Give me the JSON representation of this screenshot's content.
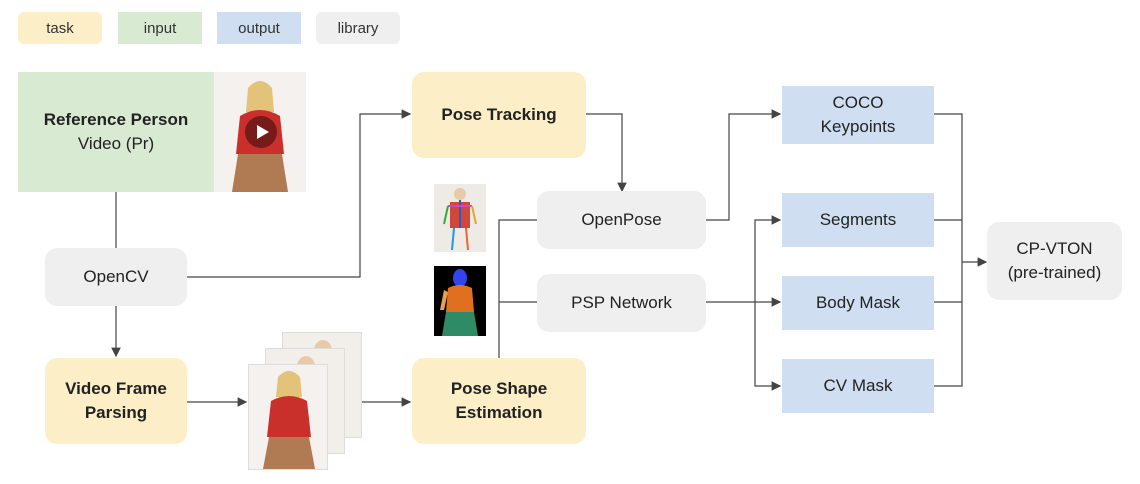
{
  "legend": {
    "task": "task",
    "input": "input",
    "output": "output",
    "library": "library"
  },
  "nodes": {
    "reference_title": "Reference Person",
    "reference_sub": "Video (Pr)",
    "opencv": "OpenCV",
    "video_frame_parsing_1": "Video Frame",
    "video_frame_parsing_2": "Parsing",
    "pose_tracking": "Pose Tracking",
    "pose_shape_1": "Pose Shape",
    "pose_shape_2": "Estimation",
    "openpose": "OpenPose",
    "psp_network": "PSP Network",
    "coco_1": "COCO",
    "coco_2": "Keypoints",
    "segments": "Segments",
    "body_mask": "Body Mask",
    "cv_mask": "CV Mask",
    "cpvton_1": "CP-VTON",
    "cpvton_2": "(pre-trained)"
  },
  "colors": {
    "task": "#fcefc8",
    "input": "#d9ead3",
    "output": "#cfdff1",
    "library": "#efefef",
    "arrow": "#444444"
  }
}
